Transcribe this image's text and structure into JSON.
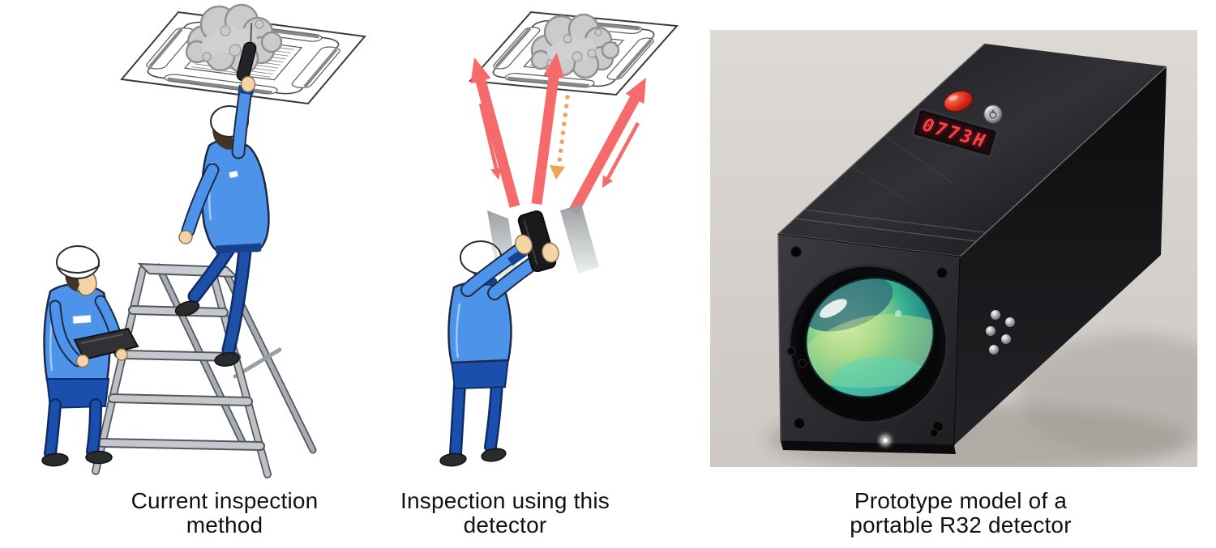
{
  "panels": [
    {
      "id": "current-inspection-method",
      "caption": "Current inspection\nmethod"
    },
    {
      "id": "inspection-using-detector",
      "caption": "Inspection using this\ndetector"
    },
    {
      "id": "prototype-photo",
      "caption": "Prototype model of a\nportable R32 detector",
      "led_display": "0773H"
    }
  ],
  "colors": {
    "arrow_red": "#F56A6A",
    "dotted_orange": "#F0A355",
    "jacket_blue": "#4D93EA",
    "pants_blue": "#1B4FAE",
    "led_red": "#FF4040",
    "device_black": "#1A1A1E",
    "photo_background": "#D6D1CD",
    "cloud_gray": "#C9CBCD"
  }
}
